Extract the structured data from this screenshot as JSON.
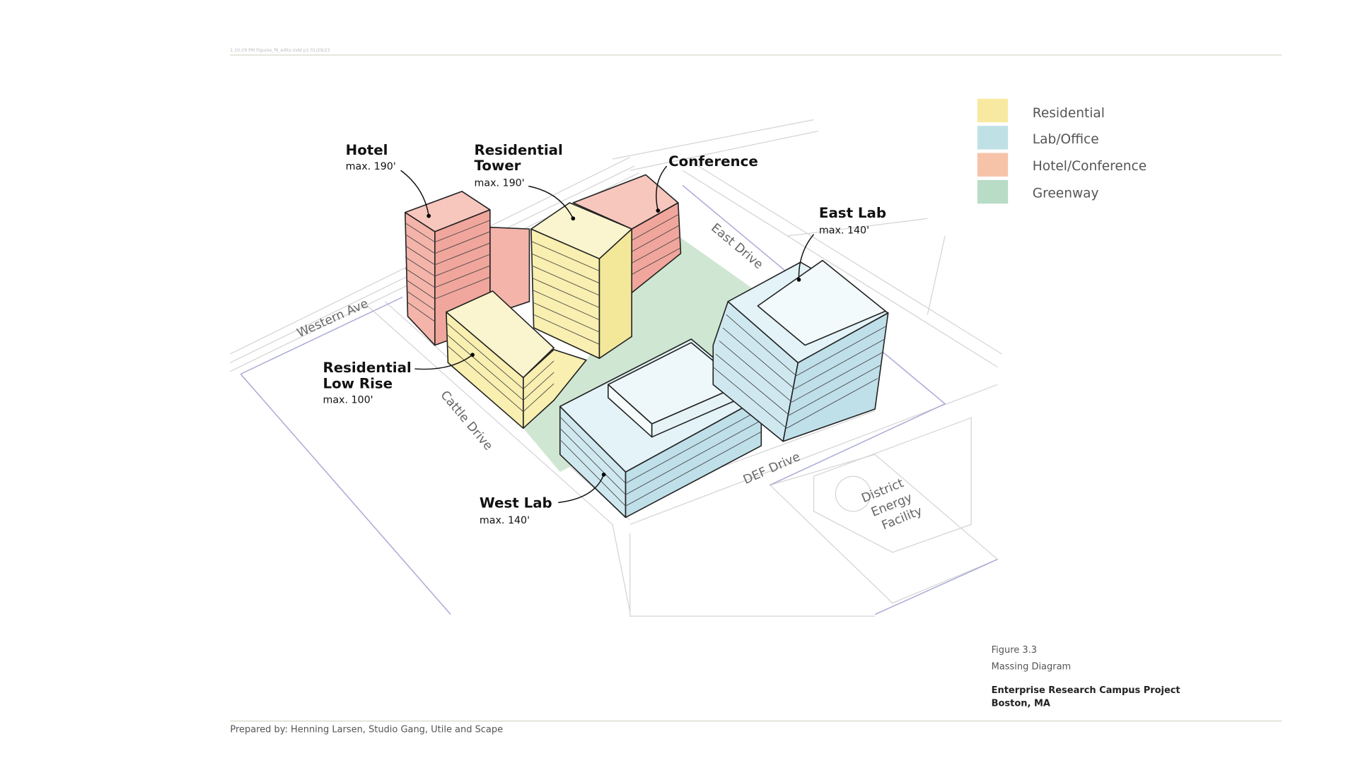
{
  "header": {
    "file_info": "1:10:29 PM Figures_f6_edits.indd p1 01/29/23"
  },
  "footer": {
    "prepared_by": "Prepared by: Henning Larsen, Studio Gang, Utile and Scape"
  },
  "caption": {
    "figure": "Figure 3.3",
    "title": "Massing Diagram",
    "project": "Enterprise Research Campus Project",
    "location": "Boston, MA"
  },
  "legend": [
    {
      "label": "Residential",
      "color": "#f7eaa0"
    },
    {
      "label": "Lab/Office",
      "color": "#bfe1e6"
    },
    {
      "label": "Hotel/Conference",
      "color": "#f6c3a9"
    },
    {
      "label": "Greenway",
      "color": "#b9dcc6"
    }
  ],
  "buildings": {
    "hotel": {
      "name": "Hotel",
      "height": "max. 190'"
    },
    "res_tower": {
      "name_1": "Residential",
      "name_2": "Tower",
      "height": "max. 190'"
    },
    "conference": {
      "name": "Conference"
    },
    "east_lab": {
      "name": "East Lab",
      "height": "max. 140'"
    },
    "res_low": {
      "name_1": "Residential",
      "name_2": "Low Rise",
      "height": "max. 100'"
    },
    "west_lab": {
      "name": "West Lab",
      "height": "max. 140'"
    }
  },
  "streets": {
    "western": "Western Ave",
    "east": "East Drive",
    "cattle": "Cattle Drive",
    "def": "DEF Drive",
    "facility_1": "District",
    "facility_2": "Energy",
    "facility_3": "Facility"
  },
  "colors": {
    "hotel": "#f4b4aa",
    "residential": "#f8efb0",
    "lab": "#cfe8f0",
    "green": "#cfe7d2"
  }
}
